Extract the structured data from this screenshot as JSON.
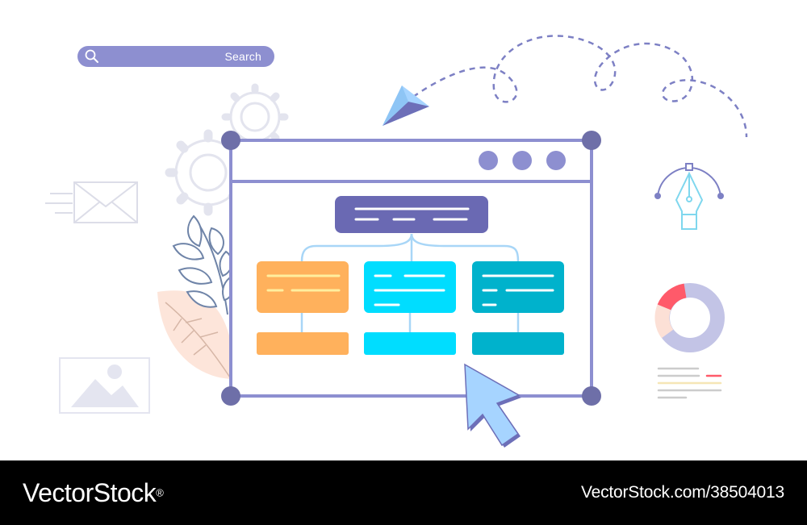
{
  "search": {
    "label": "Search"
  },
  "colors": {
    "frame": "#8d8fd0",
    "node_dark": "#8183c4",
    "header_box": "#6a69b3",
    "orange": "#ffb15c",
    "cyan": "#00ddff",
    "teal": "#00b2cc",
    "connector": "#a8d6f7",
    "dash": "#7d80c4",
    "gear": "#e3e4ee",
    "cursor": "#a6d4ff",
    "donut_main": "#c3c4e6",
    "donut_red": "#ff5a6a",
    "donut_peach": "#fce0d6",
    "pen_tool": "#7fd7ee",
    "leaf": "#6f84a8",
    "peach_leaf": "#fde5da"
  },
  "icons": [
    "search-icon",
    "gear-icon",
    "envelope-icon",
    "paper-plane-icon",
    "image-icon",
    "leaf-branch-icon",
    "pen-tool-icon",
    "donut-chart-icon",
    "cursor-arrow-icon",
    "window-dot-icon"
  ],
  "footer": {
    "brand": "VectorStock",
    "registered": "®",
    "stock_id": "VectorStock.com/38504013"
  }
}
